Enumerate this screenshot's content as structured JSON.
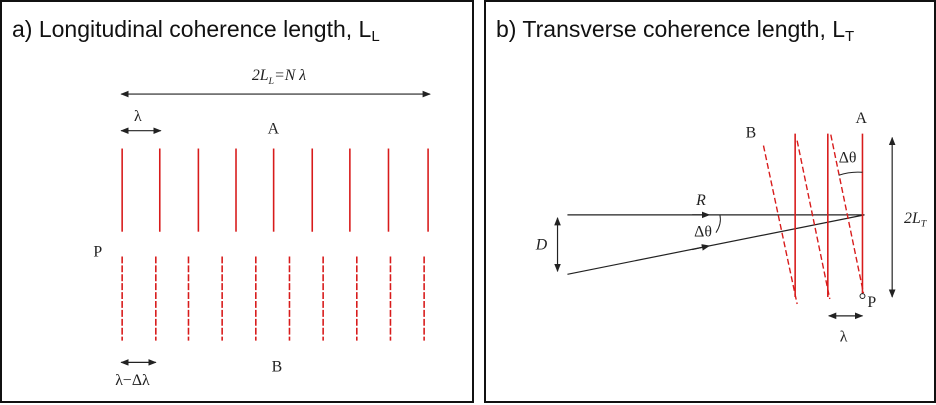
{
  "panel_a": {
    "title_main": "a) Longitudinal coherence length, L",
    "title_sub": "L",
    "span_label": "2L",
    "span_label_sub": "L",
    "span_label_rest": "=N λ",
    "wavelength_label": "λ",
    "wavelength_label_bottom": "λ−Δλ",
    "label_a": "A",
    "label_b": "B",
    "label_p": "P",
    "wave_color": "#d81b1b"
  },
  "panel_b": {
    "title_main": "b) Transverse coherence length, L",
    "title_sub": "T",
    "label_r": "R",
    "label_d": "D",
    "label_dtheta": "Δθ",
    "label_dtheta_top": "Δθ",
    "label_a": "A",
    "label_b": "B",
    "label_p": "P",
    "wavelength_label": "λ",
    "span_label": "2L",
    "span_label_sub": "T",
    "wave_color": "#d81b1b"
  }
}
